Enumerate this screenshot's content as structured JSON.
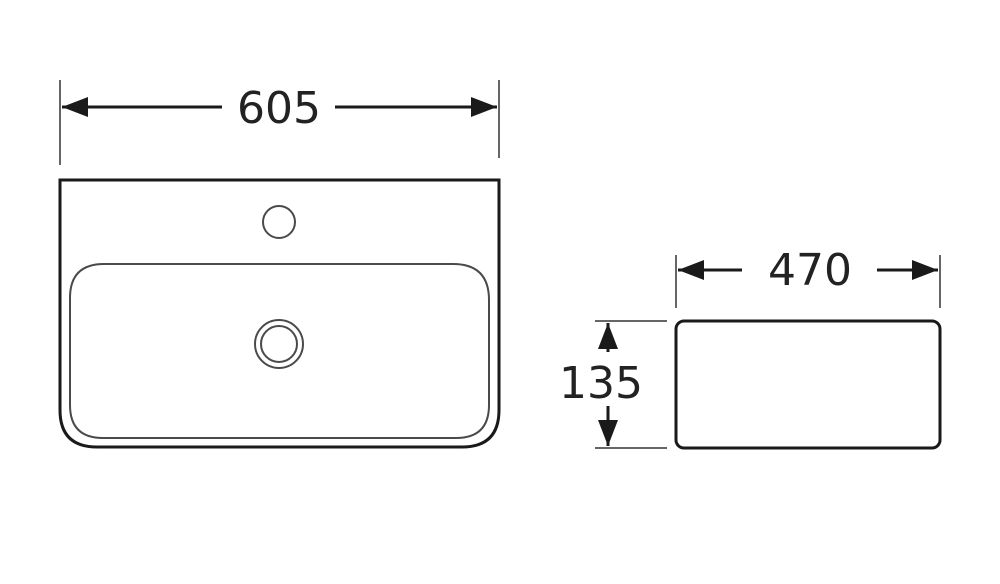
{
  "dimensions": {
    "top_view_width": "605",
    "side_view_width": "470",
    "side_view_height": "135"
  },
  "colors": {
    "line": "#1a1a1a",
    "inner_line": "#4a4a4a",
    "background": "#ffffff"
  }
}
